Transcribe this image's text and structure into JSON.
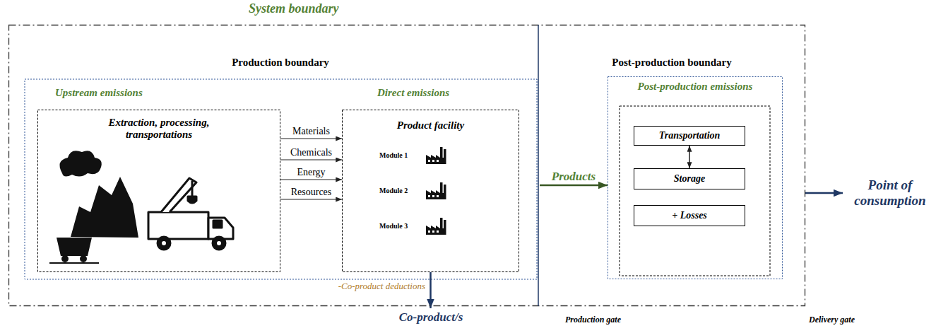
{
  "diagram": {
    "title": "System boundary",
    "nodes": [
      {
        "text": [
          "System boundary"
        ]
      },
      {
        "text": [
          "Production boundary"
        ],
        "in": 0
      },
      {
        "text": [
          "Upstream emissions",
          "Extraction, processing, transportations"
        ],
        "in": 1
      },
      {
        "text": [
          "Direct emissions",
          "Product facility"
        ],
        "in": 1
      },
      {
        "text": [
          "Post-production boundary"
        ],
        "in": 0
      },
      {
        "text": [
          "Post-production emissions"
        ],
        "in": 4
      },
      {
        "text": [
          "Transportation"
        ],
        "in": 5
      },
      {
        "text": [
          "Storage"
        ],
        "in": 5
      },
      {
        "text": [
          "+ Losses"
        ],
        "in": 5
      },
      {
        "text": [
          "Point of consumption"
        ]
      },
      {
        "text": [
          "Co-product/s"
        ]
      }
    ],
    "edges": [
      {
        "from": 2,
        "to": 3,
        "label": "Materials",
        "arrow": "to"
      },
      {
        "from": 2,
        "to": 3,
        "label": "Chemicals",
        "arrow": "to"
      },
      {
        "from": 2,
        "to": 3,
        "label": "Energy",
        "arrow": "to"
      },
      {
        "from": 2,
        "to": 3,
        "label": "Resources",
        "arrow": "to"
      },
      {
        "from": 1,
        "to": 5,
        "label": "Products",
        "arrow": "to"
      },
      {
        "from": 6,
        "to": 7,
        "arrow": "both"
      },
      {
        "from": 3,
        "to": 10,
        "arrow": "to"
      },
      {
        "from": 4,
        "to": 9,
        "arrow": "to"
      }
    ],
    "labels": [
      "-Co-product deductions",
      "Module 1",
      "Module 2",
      "Module 3",
      "Production gate",
      "Delivery gate"
    ]
  }
}
